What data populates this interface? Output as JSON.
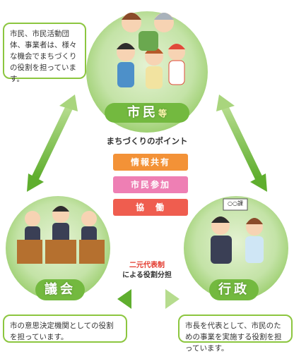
{
  "citizens": {
    "label": "市民",
    "suffix": "等",
    "description": "市民、市民活動団体、事業者は、様々な機会でまちづくりの役割を担っています。"
  },
  "council": {
    "label": "議会",
    "description": "市の意思決定機関としての役割を担っています。"
  },
  "administration": {
    "label": "行政",
    "sign": "○○課",
    "description": "市長を代表として、市民のための事業を実施する役割を担っています。"
  },
  "center": {
    "title": "まちづくりのポイント",
    "points": [
      {
        "label": "情報共有",
        "color": "#f39237"
      },
      {
        "label": "市民参加",
        "color": "#ee7fb4"
      },
      {
        "label": "協　働",
        "color": "#ef5d4f"
      }
    ]
  },
  "dual": {
    "line1": "二元代表制",
    "line2": "による役割分担"
  },
  "colors": {
    "circle_fill": "#c5e3a8",
    "circle_dark": "#7cc246",
    "arrow": "#7bbf3e",
    "bubble_border": "#8cc63f"
  }
}
